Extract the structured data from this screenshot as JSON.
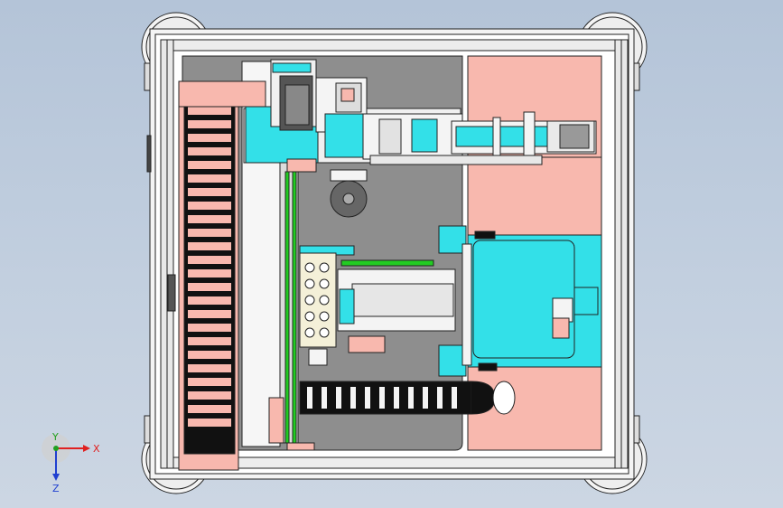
{
  "scene": {
    "description_free": true,
    "colors": {
      "background": "#c2cfdf",
      "frame": "#f2f2f2",
      "plate": "#8e8e8e",
      "salmon": "#f8b8ae",
      "cyan": "#33e0e8",
      "green": "#22cc22",
      "dark": "#1a1a1a",
      "outline": "#222222"
    }
  },
  "triad": {
    "x_label": "X",
    "y_label": "Y",
    "z_label": "Z",
    "colors": {
      "x": "#e02020",
      "y": "#20a020",
      "z": "#2040d0"
    }
  }
}
